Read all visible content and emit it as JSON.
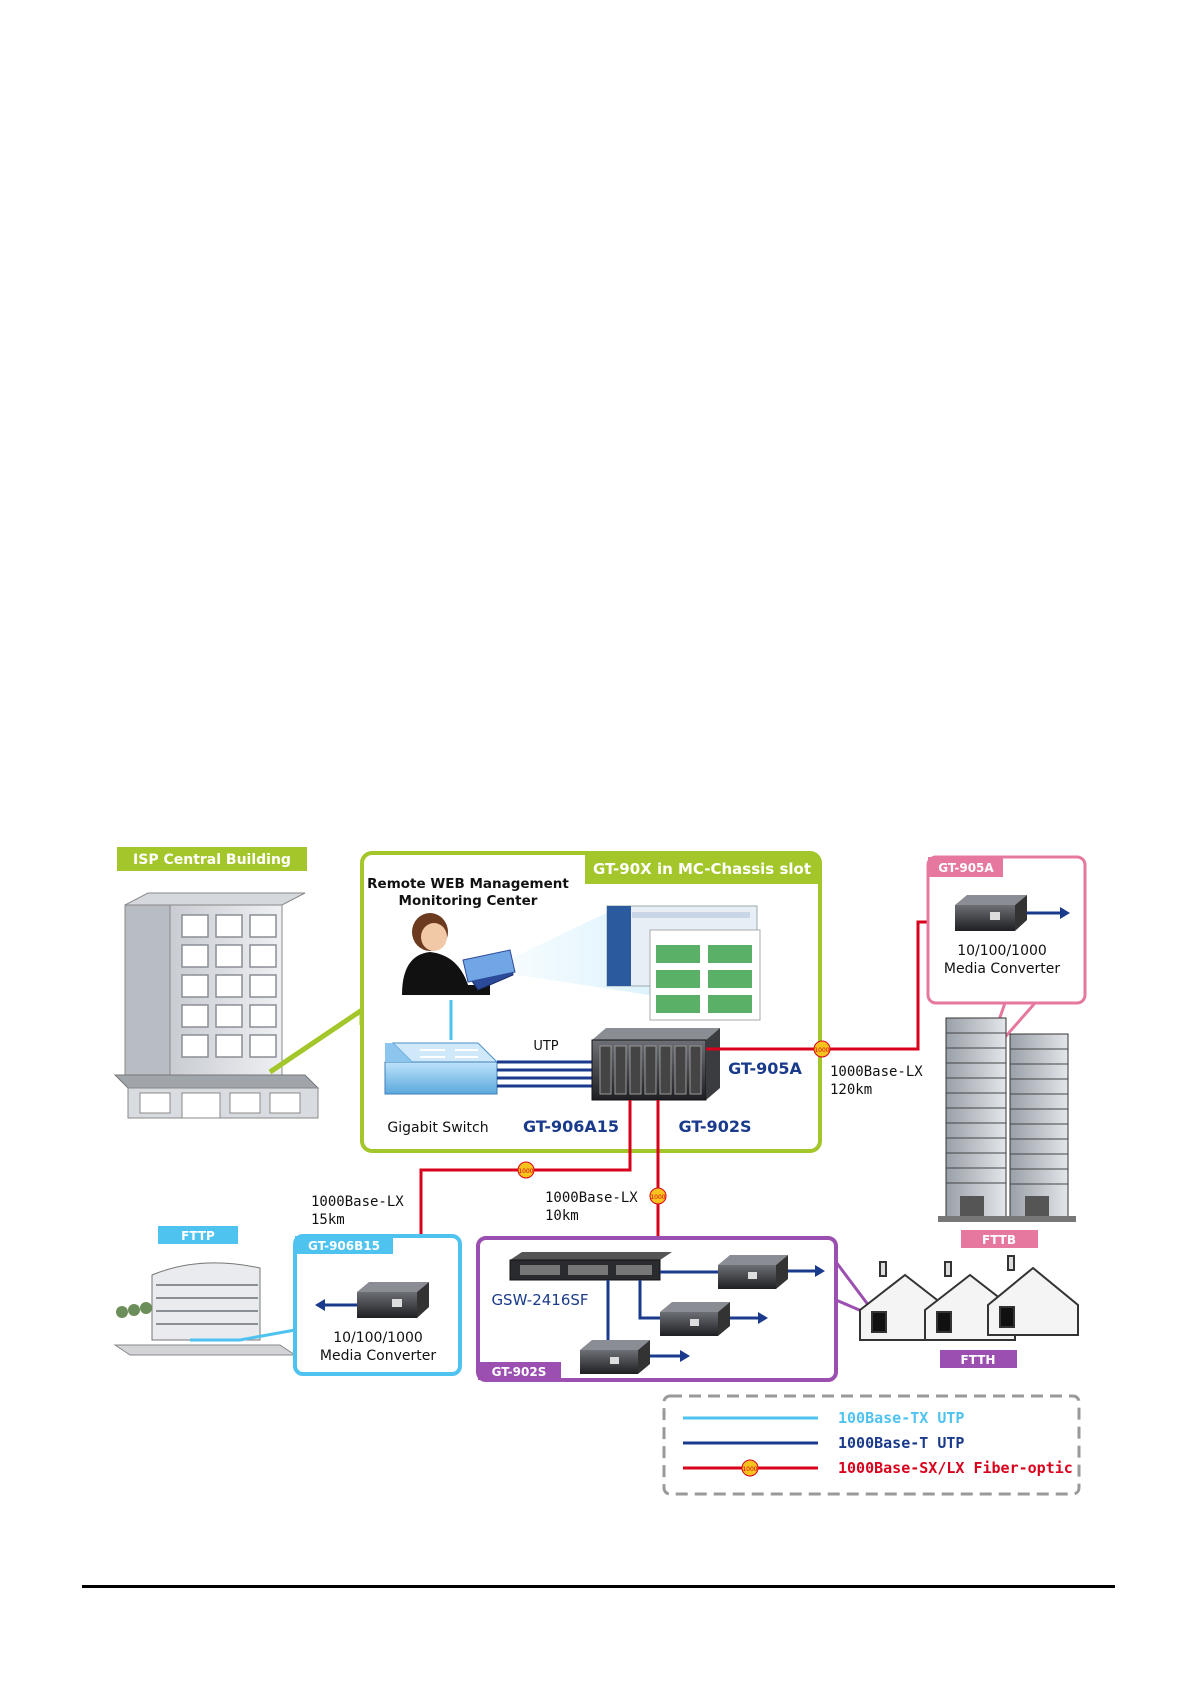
{
  "isp": {
    "title": "ISP Central Building"
  },
  "chassis": {
    "title": "GT-90X in MC-Chassis slot",
    "gt905a": "GT-905A",
    "gt906a15": "GT-906A15",
    "gt902s": "GT-902S"
  },
  "management": {
    "line1": "Remote WEB Management",
    "line2": "Monitoring Center"
  },
  "switch": {
    "label": "Gigabit Switch"
  },
  "utp": {
    "label": "UTP"
  },
  "links": {
    "lx120_l1": "1000Base-LX",
    "lx120_l2": "120km",
    "lx15_l1": "1000Base-LX",
    "lx15_l2": "15km",
    "lx10_l1": "1000Base-LX",
    "lx10_l2": "10km"
  },
  "fiber_marker": "1000",
  "mc905a": {
    "tag": "GT-905A",
    "l1": "10/100/1000",
    "l2": "Media Converter"
  },
  "fttb": {
    "tag": "FTTB"
  },
  "fttp": {
    "tag": "FTTP"
  },
  "gt906b15": {
    "tag": "GT-906B15",
    "l1": "10/100/1000",
    "l2": "Media Converter"
  },
  "gt902s_box": {
    "tag": "GT-902S",
    "gsw": "GSW-2416SF"
  },
  "ftth": {
    "tag": "FTTH"
  },
  "legend": {
    "items": [
      {
        "label": "100Base-TX UTP",
        "color": "#4fc3f0"
      },
      {
        "label": "1000Base-T UTP",
        "color": "#1a3a8c"
      },
      {
        "label": "1000Base-SX/LX Fiber-optic",
        "color": "#d9001b"
      }
    ]
  },
  "colors": {
    "green": "#a3c62a",
    "pink": "#e6779f",
    "cyan": "#4fc3f0",
    "purple": "#9b4fb0",
    "navy": "#1a3a8c",
    "red": "#d9001b"
  }
}
